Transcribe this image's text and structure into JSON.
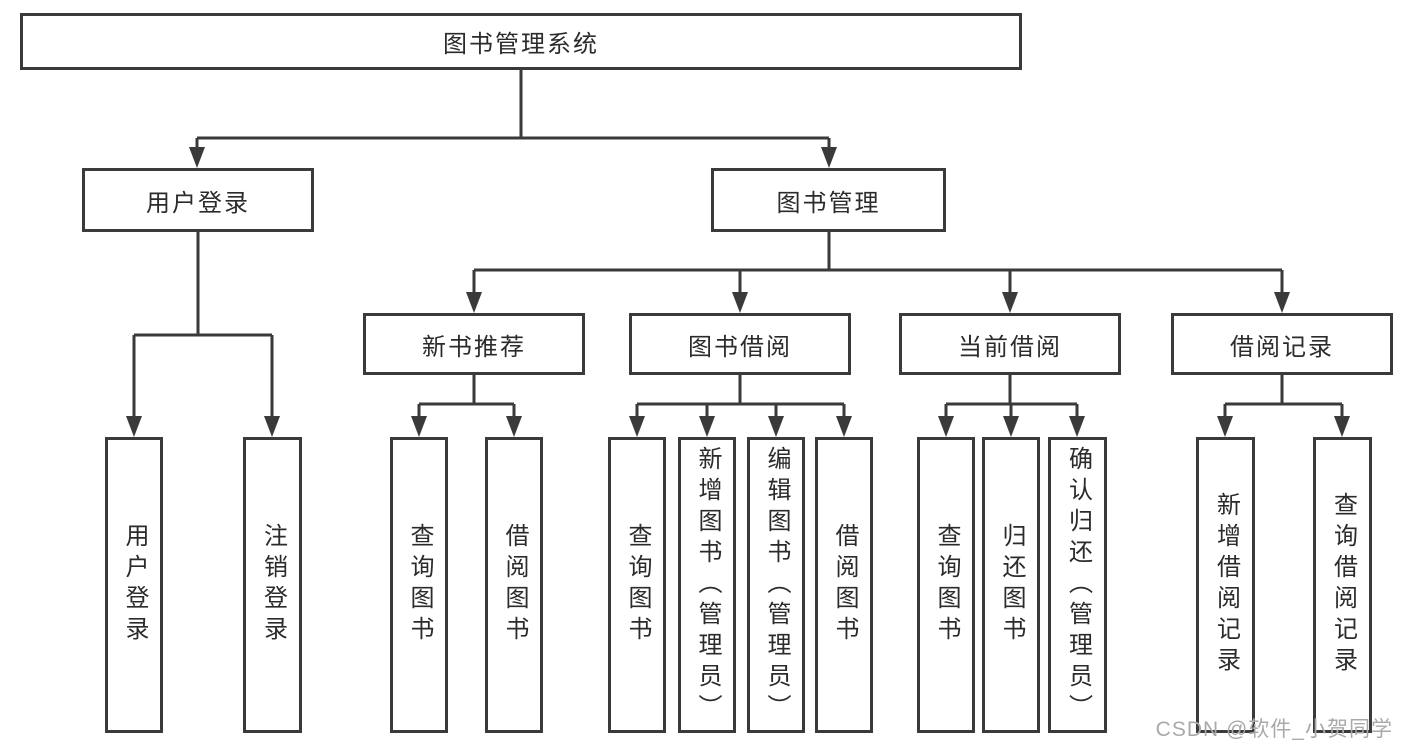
{
  "diagram": {
    "root": "图书管理系统",
    "level2": {
      "user_login": "用户登录",
      "book_management": "图书管理"
    },
    "level3": {
      "new_book_recommend": "新书推荐",
      "book_borrow": "图书借阅",
      "current_borrow": "当前借阅",
      "borrow_record": "借阅记录"
    },
    "leaves": {
      "user_login": [
        "用户登录",
        "注销登录"
      ],
      "new_book_recommend": [
        "查询图书",
        "借阅图书"
      ],
      "book_borrow": [
        "查询图书",
        "新增图书（管理员）",
        "编辑图书（管理员）",
        "借阅图书"
      ],
      "current_borrow": [
        "查询图书",
        "归还图书",
        "确认归还（管理员）"
      ],
      "borrow_record": [
        "新增借阅记录",
        "查询借阅记录"
      ]
    },
    "colors": {
      "line": "#3a3a3a",
      "text": "#2b2b2b",
      "background": "#ffffff",
      "watermark": "#a9a9a9"
    }
  },
  "watermark": "CSDN @软件_小贺同学"
}
